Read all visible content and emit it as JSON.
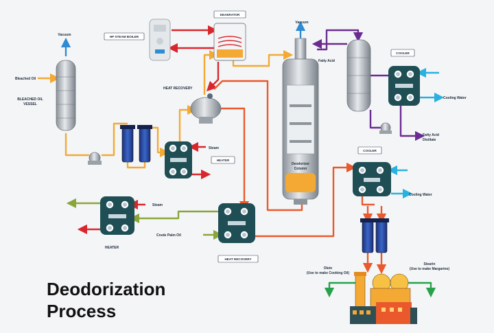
{
  "title": {
    "line1": "Deodorization",
    "line2": "Process"
  },
  "labels": {
    "vacuum_left": "Vacuum",
    "bleached_oil": "Bleached Oil",
    "bleached_vessel_line1": "BLEACHED OIL",
    "bleached_vessel_line2": "VESSEL",
    "hp_steam_boiler": "HP STEAM BOILER",
    "deaerator": "DEAERATOR",
    "heat_recovery_top": "HEAT RECOVERY",
    "vacuum_top": "Vacuum",
    "fatty_acid": "Fatty Acid",
    "cooler_top": "COOLER",
    "cooling_water_top": "Cooling Water",
    "fatty_acid_distillate_line1": "Fatty Acid",
    "fatty_acid_distillate_line2": "Distilate",
    "steam_mid": "Steam",
    "heater_mid": "HEATER",
    "deodorizer_line1": "Deodorizer",
    "deodorizer_line2": "Column",
    "cooler_mid": "COOLER",
    "cooling_water_mid": "Cooling Water",
    "steam_left": "Steam",
    "heater_left": "HEATER",
    "crude_palm_oil": "Crude Palm Oil",
    "heat_recovery_bottom": "HEAT RECOVERY",
    "olein_line1": "Olein",
    "olein_line2": "(Use to make Cooking Oil)",
    "stearin_line1": "Stearin",
    "stearin_line2": "(Use to make Margarine)"
  },
  "colors": {
    "oil": "#f3a933",
    "steam": "#d9262c",
    "vacuum": "#2f8bd2",
    "cooling_water": "#29b1e0",
    "fatty_acid": "#6a2c91",
    "hot_oil": "#e9592b",
    "crude": "#8aa63a",
    "green_out": "#27a24a",
    "exchanger": "#1f4f55"
  }
}
